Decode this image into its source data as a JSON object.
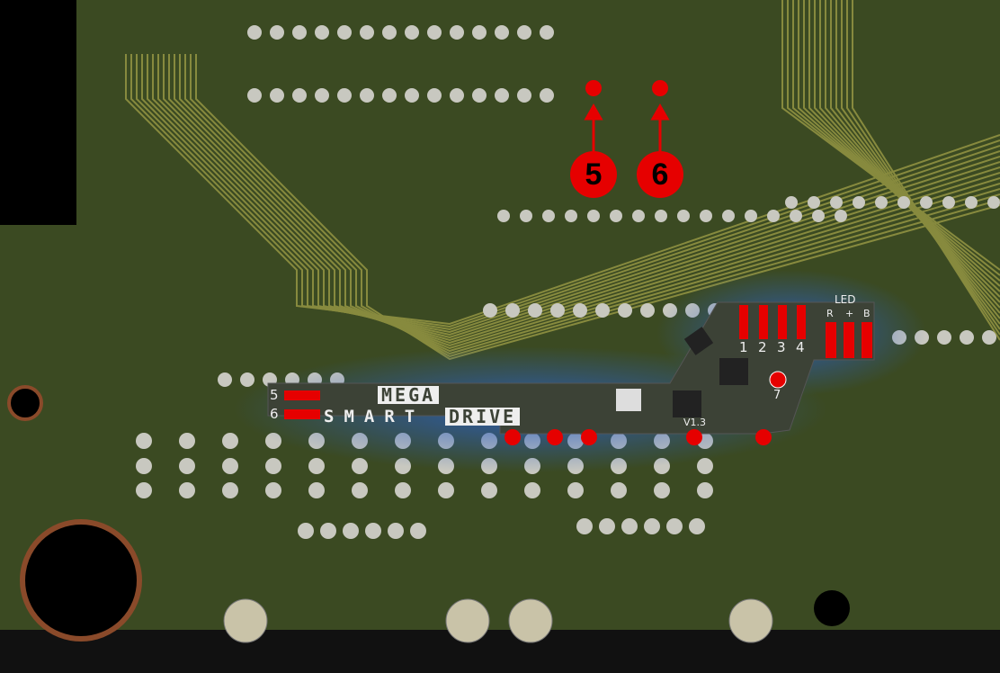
{
  "callouts": [
    {
      "label": "5"
    },
    {
      "label": "6"
    }
  ],
  "board": {
    "pad_labels": [
      "5",
      "6"
    ],
    "logo_top": "MEGA",
    "logo_smart": "SMART",
    "logo_bottom": "DRIVE",
    "controller_pads": [
      "1",
      "2",
      "3",
      "4"
    ],
    "led_title": "LED",
    "led_pins": [
      "R",
      "+",
      "B"
    ],
    "pad7": "7",
    "version": "V1.3"
  },
  "colors": {
    "pcb": "#3b4a22",
    "trace": "#a8a64a",
    "board": "#3c4236",
    "pad": "#e60000",
    "glow": "#2c5fbf"
  }
}
